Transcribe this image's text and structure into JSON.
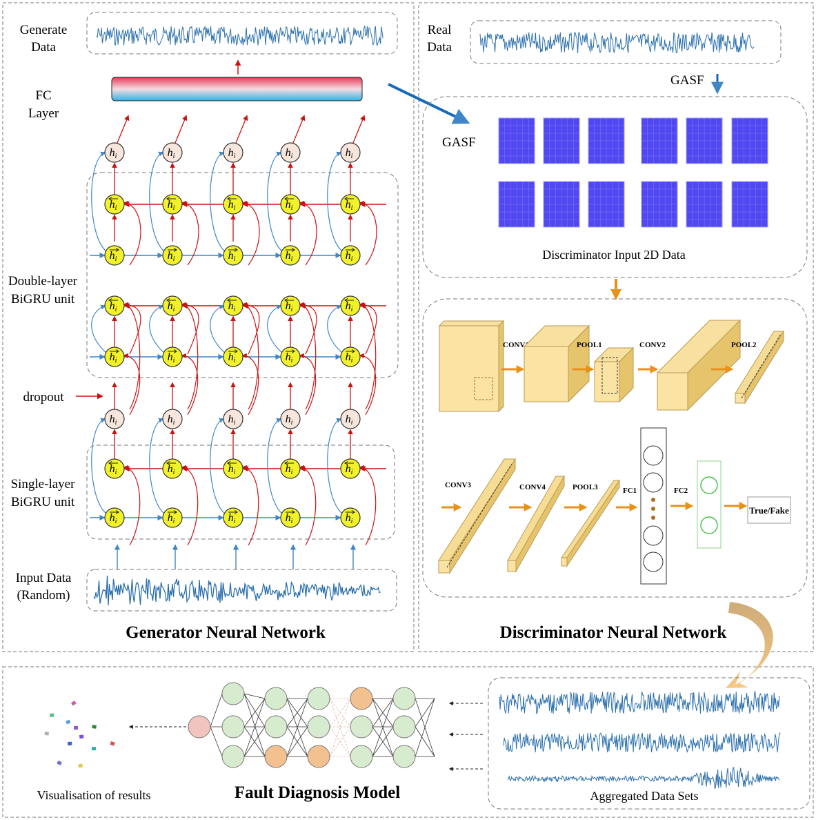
{
  "generator": {
    "title": "Generator Neural Network",
    "generate_label": [
      "Generate",
      "Data"
    ],
    "fc_label": [
      "FC",
      "Layer"
    ],
    "double_layer_label": [
      "Double-layer",
      "BiGRU unit"
    ],
    "single_layer_label": [
      "Single-layer",
      "BiGRU unit"
    ],
    "input_label": [
      "Input Data",
      "(Random)"
    ],
    "dropout_label": "dropout",
    "node_hidden": "h",
    "node_sub": "i"
  },
  "discriminator": {
    "title": "Discriminator Neural Network",
    "real_label": [
      "Real",
      "Data"
    ],
    "gasf_label": "GASF",
    "gasf_inner_label": "GASF",
    "input_2d_caption": "Discriminator Input 2D Data",
    "layers": [
      "CONV1",
      "POOL1",
      "CONV2",
      "POOL2",
      "CONV3",
      "CONV4",
      "POOL3",
      "FC1",
      "FC2"
    ],
    "output_label": "True/Fake"
  },
  "fault": {
    "title": "Fault Diagnosis Model",
    "visual_caption": "Visualisation of results",
    "aggregated_caption": "Aggregated Data Sets"
  },
  "colors": {
    "signal": "#2a6fad",
    "red_arrow": "#cc1111",
    "blue_arrow": "#3f86c6",
    "node_yellow": "#f2f22a",
    "node_peach": "#f7e6dc",
    "cnn_face": "#fbe3a4",
    "cnn_side": "#e6c46b",
    "orange_arrow": "#e89118",
    "gasf_tile": "#5247f0"
  }
}
